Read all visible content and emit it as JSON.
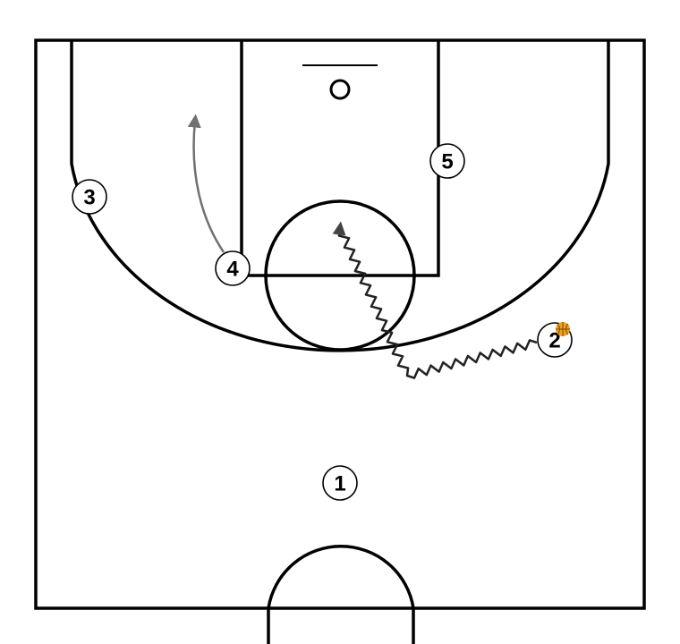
{
  "diagram": {
    "players": [
      {
        "id": "p1",
        "label": "1"
      },
      {
        "id": "p2",
        "label": "2"
      },
      {
        "id": "p3",
        "label": "3"
      },
      {
        "id": "p4",
        "label": "4"
      },
      {
        "id": "p5",
        "label": "5"
      }
    ],
    "ball_handler": "2",
    "actions": [
      {
        "type": "cut",
        "player": "4"
      },
      {
        "type": "dribble",
        "player": "2"
      }
    ],
    "colors": {
      "court_lines": "#000000",
      "cut_arrow": "#707070",
      "dribble_arrow": "#222222",
      "ball": "#F0A020",
      "ball_seams": "#7A4A00"
    }
  }
}
